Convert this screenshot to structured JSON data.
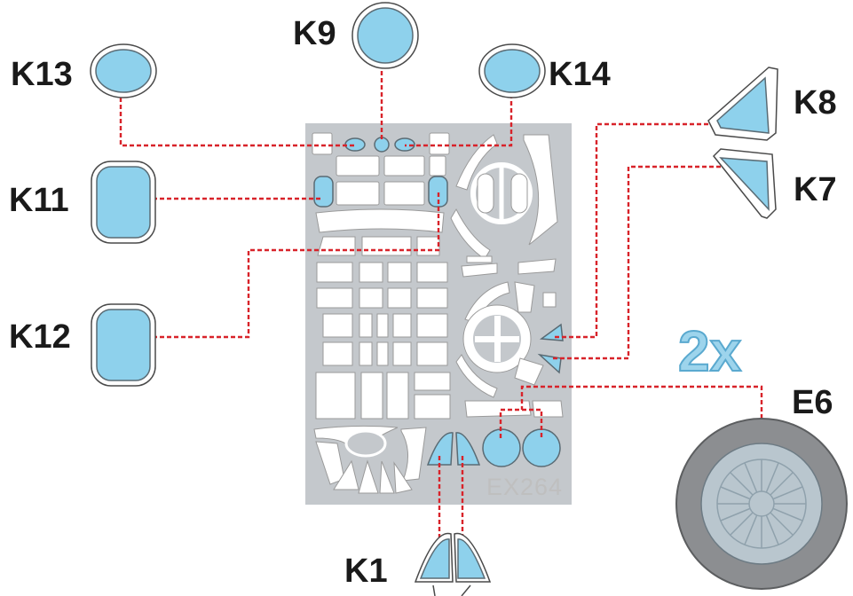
{
  "sheet": {
    "code": "EX264"
  },
  "labels": {
    "k9": "K9",
    "k13": "K13",
    "k14": "K14",
    "k8": "K8",
    "k7": "K7",
    "k11": "K11",
    "k12": "K12",
    "k1": "K1",
    "e6": "E6",
    "multiplier": "2x"
  },
  "colors": {
    "mask_fill": "#8ed1ec",
    "sheet_background": "#c4c8cc",
    "leader_line": "#d8232a",
    "tire": "#8c8e91",
    "hub": "#b9c6ce"
  }
}
